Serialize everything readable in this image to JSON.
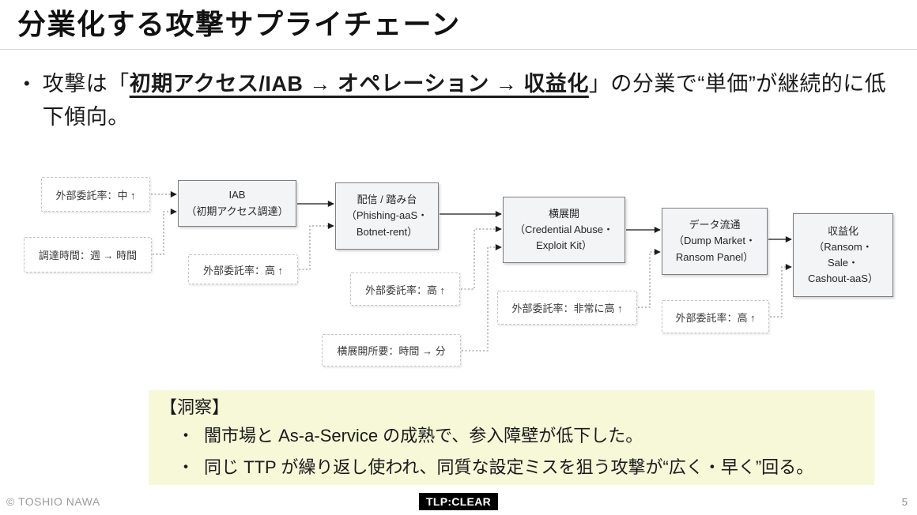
{
  "title": "分業化する攻撃サプライチェーン",
  "bullet": {
    "marker": "•",
    "prefix": "攻撃は「",
    "emphasis": "初期アクセス/IAB → オペレーション → 収益化",
    "suffix": "」の分業で“単価”が継続的に低下傾向。"
  },
  "diagram": {
    "stages": [
      {
        "name": "iab",
        "label": "IAB\n（初期アクセス調達）"
      },
      {
        "name": "delivery",
        "label": "配信 / 踏み台\n（Phishing-aaS・\nBotnet-rent）"
      },
      {
        "name": "lateral-movement",
        "label": "横展開\n（Credential Abuse・\nExploit Kit）"
      },
      {
        "name": "data-distribution",
        "label": "データ流通\n（Dump Market・\nRansom Panel）"
      },
      {
        "name": "monetization",
        "label": "収益化\n（Ransom・\nSale・\nCashout-aaS）"
      }
    ],
    "notes": [
      {
        "name": "outsourcing-rate-initial",
        "label": "外部委託率：中 ↑"
      },
      {
        "name": "procurement-time",
        "label": "調達時間：週 → 時間"
      },
      {
        "name": "outsourcing-rate-iab",
        "label": "外部委託率：高 ↑"
      },
      {
        "name": "outsourcing-rate-delivery",
        "label": "外部委託率：高 ↑"
      },
      {
        "name": "lateral-movement-time",
        "label": "横展開所要：時間 → 分"
      },
      {
        "name": "outsourcing-rate-lateral",
        "label": "外部委託率：非常に高 ↑"
      },
      {
        "name": "outsourcing-rate-data",
        "label": "外部委託率：高 ↑"
      }
    ]
  },
  "insight": {
    "heading": "【洞察】",
    "marker": "・",
    "items": [
      "闇市場と As-a-Service の成熟で、参入障壁が低下した。",
      "同じ TTP が繰り返し使われ、同質な設定ミスを狙う攻撃が“広く・早く”回る。"
    ]
  },
  "footer": {
    "copyright": "© TOSHIO NAWA",
    "tlp_badge": "TLP:CLEAR",
    "page_number": "5"
  },
  "colors": {
    "insight_background": "#f6f8d8",
    "stage_box_fill": "#f3f4f6",
    "stage_box_border": "#7a7d82",
    "note_box_border": "#c4c4c4",
    "solid_connector": "#3f3f3f",
    "dotted_connector": "#9a9a9a",
    "tlp_badge_background": "#000000",
    "tlp_badge_text": "#ffffff",
    "footer_text": "#9a9a9a",
    "title_rule": "#d9d9d9"
  }
}
